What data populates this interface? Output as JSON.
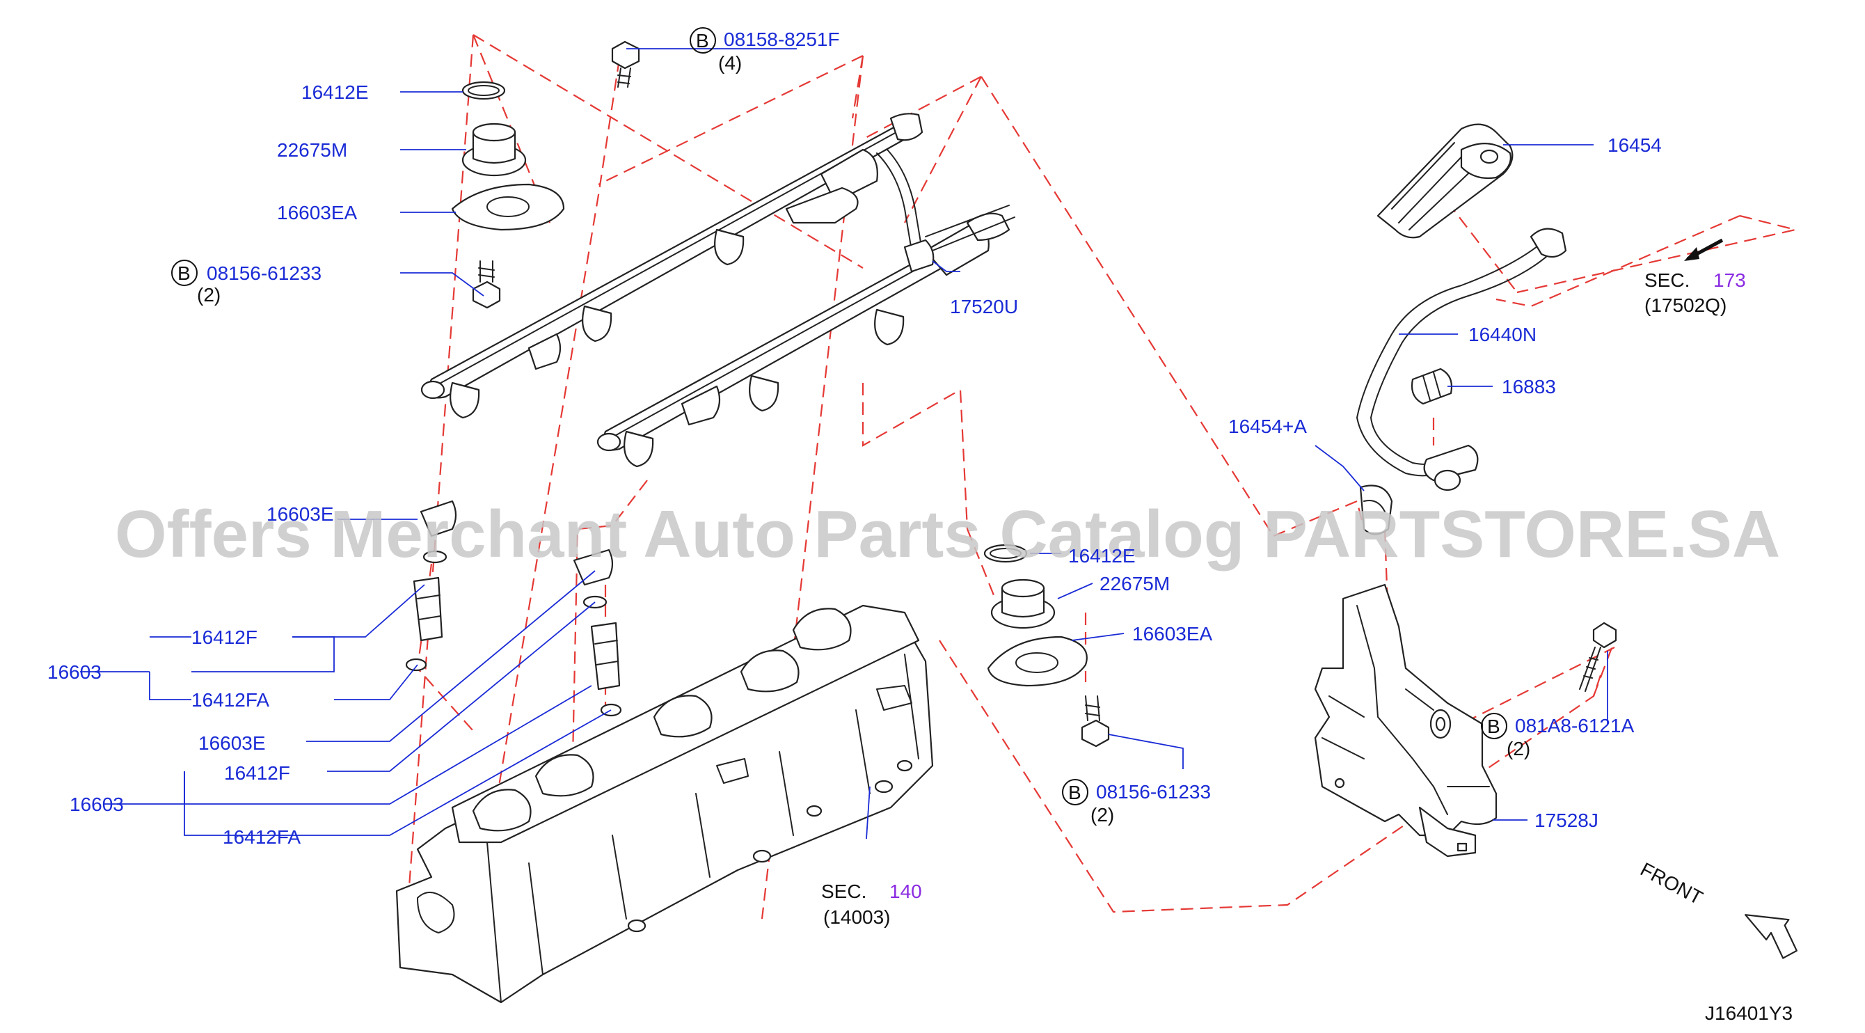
{
  "watermark": "Offers Merchant Auto Parts Catalog PARTSTORE.SA",
  "diagram_id": "J16401Y3",
  "front_label": "FRONT",
  "bolt_marker": "B",
  "parts": {
    "p16412E_a": "16412E",
    "p22675M_a": "22675M",
    "p16603EA_a": "16603EA",
    "p08156_a": "08156-61233",
    "p08156_a_qty": "(2)",
    "p08158": "08158-8251F",
    "p08158_qty": "(4)",
    "p17520U": "17520U",
    "p16603E_a": "16603E",
    "p16412F_a": "16412F",
    "p16603_a": "16603",
    "p16412FA_a": "16412FA",
    "p16603E_b": "16603E",
    "p16412F_b": "16412F",
    "p16603_b": "16603",
    "p16412FA_b": "16412FA",
    "p16412E_b": "16412E",
    "p22675M_b": "22675M",
    "p16603EA_b": "16603EA",
    "p08156_b": "08156-61233",
    "p08156_b_qty": "(2)",
    "p16454": "16454",
    "p16440N": "16440N",
    "p16883": "16883",
    "p16454A": "16454+A",
    "p081A8": "081A8-6121A",
    "p081A8_qty": "(2)",
    "p17528J": "17528J"
  },
  "sections": {
    "sec173_prefix": "SEC.",
    "sec173_num": "173",
    "sec173_sub": "(17502Q)",
    "sec140_prefix": "SEC.",
    "sec140_num": "140",
    "sec140_sub": "(14003)"
  },
  "colors": {
    "label_blue": "#1a2bd6",
    "dash_red": "#e53935",
    "section_purple": "#8a2be2",
    "line_dark": "#222222"
  }
}
